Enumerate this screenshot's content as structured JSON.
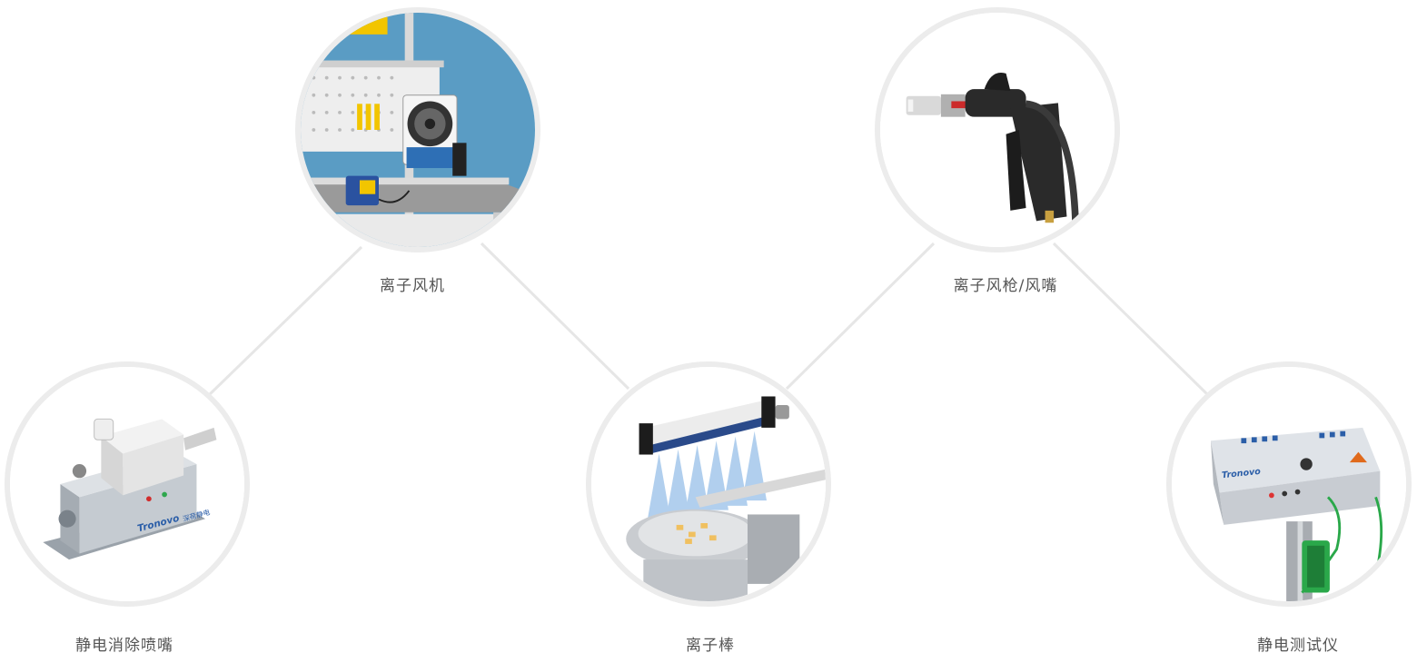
{
  "products": [
    {
      "id": "ionizing-fan",
      "label": "离子风机",
      "icon": "ionizing-fan-icon"
    },
    {
      "id": "ion-air-gun",
      "label": "离子风枪/风嘴",
      "icon": "ion-air-gun-icon"
    },
    {
      "id": "static-nozzle",
      "label": "静电消除喷嘴",
      "icon": "static-nozzle-icon"
    },
    {
      "id": "ion-bar",
      "label": "离子棒",
      "icon": "ion-bar-icon"
    },
    {
      "id": "static-tester",
      "label": "静电测试仪",
      "icon": "static-tester-icon"
    }
  ],
  "brand": {
    "name": "Tronovo",
    "cn_name": "深荷静电"
  },
  "colors": {
    "circle_border": "#ececec",
    "connector": "#e6e6e6",
    "label": "#555555",
    "fan_bg": "#5a9cc4"
  }
}
